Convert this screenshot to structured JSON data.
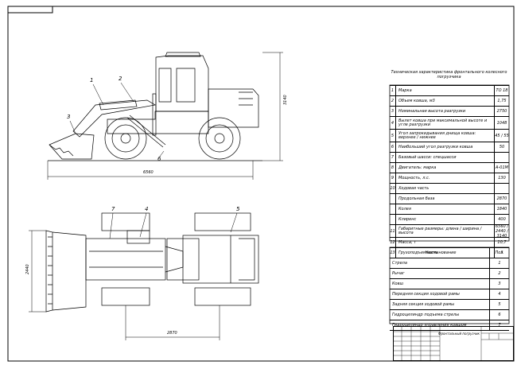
{
  "title": "Техническая характеристика фронтального колесного погрузчика",
  "dimensions": {
    "length": "6560",
    "height": "3140",
    "width": "2440",
    "wheelbase": "2870"
  },
  "callouts": [
    "1",
    "2",
    "3",
    "4",
    "5",
    "6",
    "7"
  ],
  "specs": [
    {
      "n": "1",
      "param": "Марка",
      "value": "ТО 18"
    },
    {
      "n": "2",
      "param": "Объем ковша, м3",
      "value": "1,75"
    },
    {
      "n": "3",
      "param": "Номинальная высота разгрузки",
      "value": "2750"
    },
    {
      "n": "4",
      "param": "Вылет ковша при максимальной высоте и угле разгрузки",
      "value": "1048"
    },
    {
      "n": "5",
      "param": "Угол запрокидывания днища ковша: верхнее / нижнее",
      "value": "45 / 55"
    },
    {
      "n": "6",
      "param": "Наибольший угол разгрузки ковша",
      "value": "50"
    },
    {
      "n": "7",
      "param": "Базовый шасси: спецшасси",
      "value": ""
    },
    {
      "n": "8",
      "param": "Двигатель: марка",
      "value": "А-01М"
    },
    {
      "n": "9",
      "param": "Мощность, л.с.",
      "value": "130"
    },
    {
      "n": "10",
      "param": "Ходовая часть",
      "value": ""
    },
    {
      "n": "",
      "param": "Продольная база",
      "value": "2870"
    },
    {
      "n": "",
      "param": "Колея",
      "value": "1840"
    },
    {
      "n": "",
      "param": "Клиренс",
      "value": "400"
    },
    {
      "n": "11",
      "param": "Габаритные размеры: длина / ширина / высота",
      "value": "6560 / 2440 / 3140"
    },
    {
      "n": "12",
      "param": "Масса, т",
      "value": "10,7"
    },
    {
      "n": "13",
      "param": "Грузоподъемность",
      "value": "3"
    }
  ],
  "parts_header": {
    "name": "Наименование",
    "pos": "Поз."
  },
  "parts": [
    {
      "name": "Стрела",
      "pos": "1"
    },
    {
      "name": "Рычаг",
      "pos": "2"
    },
    {
      "name": "Ковш",
      "pos": "3"
    },
    {
      "name": "Передняя секция ходовой рамы",
      "pos": "4"
    },
    {
      "name": "Задняя секция ходовой рамы",
      "pos": "5"
    },
    {
      "name": "Гидроцилиндр подъема стрелы",
      "pos": "6"
    },
    {
      "name": "Гидроцилиндр управления ковшом",
      "pos": "7"
    }
  ],
  "stamp": {
    "name": "Фронтальный погрузчик"
  }
}
